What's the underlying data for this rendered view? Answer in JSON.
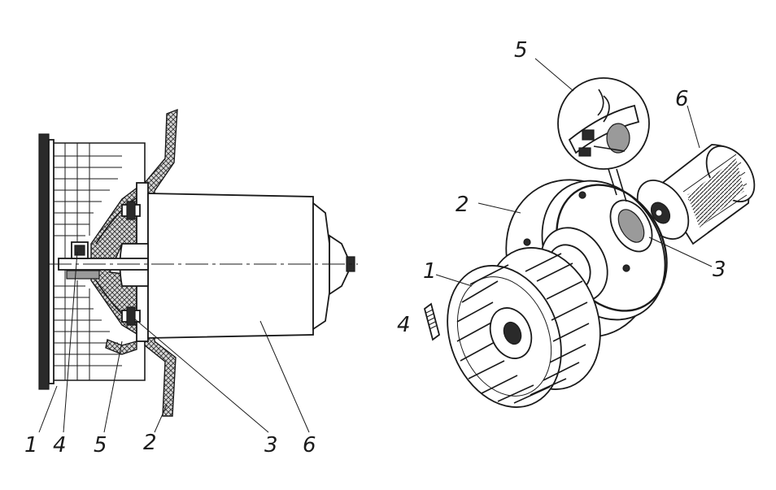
{
  "diagram": {
    "left_view_callouts": [
      "1",
      "4",
      "5",
      "2",
      "3",
      "6"
    ],
    "right_view_callouts": [
      "5",
      "6",
      "2",
      "3",
      "1",
      "4"
    ]
  }
}
